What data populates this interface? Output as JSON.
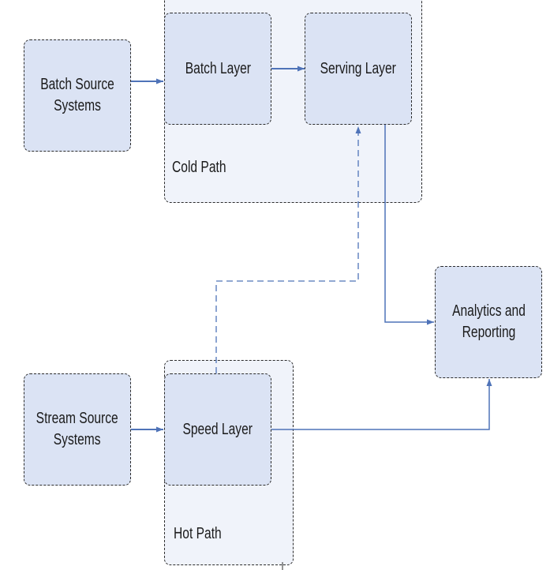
{
  "groups": {
    "cold_path": {
      "label": "Cold Path"
    },
    "hot_path": {
      "label": "Hot Path"
    }
  },
  "nodes": {
    "batch_source": {
      "label": "Batch Source\nSystems"
    },
    "batch_layer": {
      "label": "Batch Layer"
    },
    "serving_layer": {
      "label": "Serving Layer"
    },
    "analytics": {
      "label": "Analytics and\nReporting"
    },
    "stream_source": {
      "label": "Stream Source\nSystems"
    },
    "speed_layer": {
      "label": "Speed Layer"
    }
  },
  "colors": {
    "connector": "#4f73b8",
    "node_fill": "#dbe3f4",
    "group_fill": "#f0f3fa",
    "border": "#2b2b2b"
  }
}
